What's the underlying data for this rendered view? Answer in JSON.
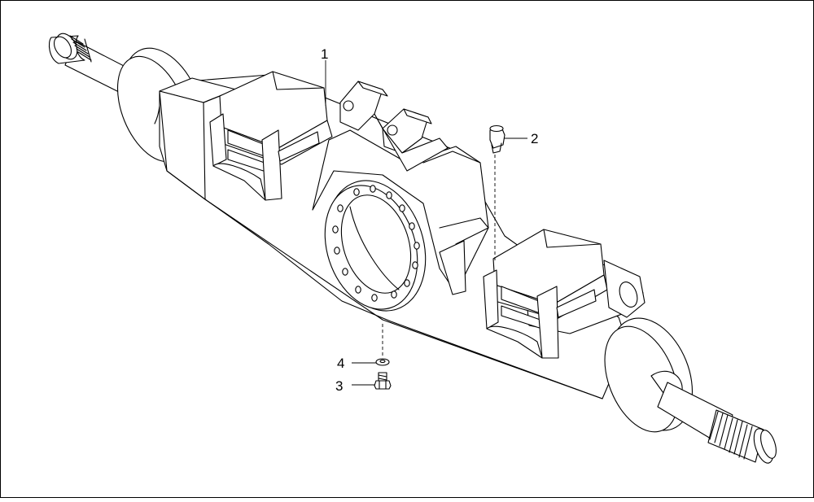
{
  "diagram": {
    "type": "exploded parts diagram",
    "callouts": [
      {
        "id": "callout-1",
        "label": "1"
      },
      {
        "id": "callout-2",
        "label": "2"
      },
      {
        "id": "callout-3",
        "label": "3"
      },
      {
        "id": "callout-4",
        "label": "4"
      }
    ]
  }
}
